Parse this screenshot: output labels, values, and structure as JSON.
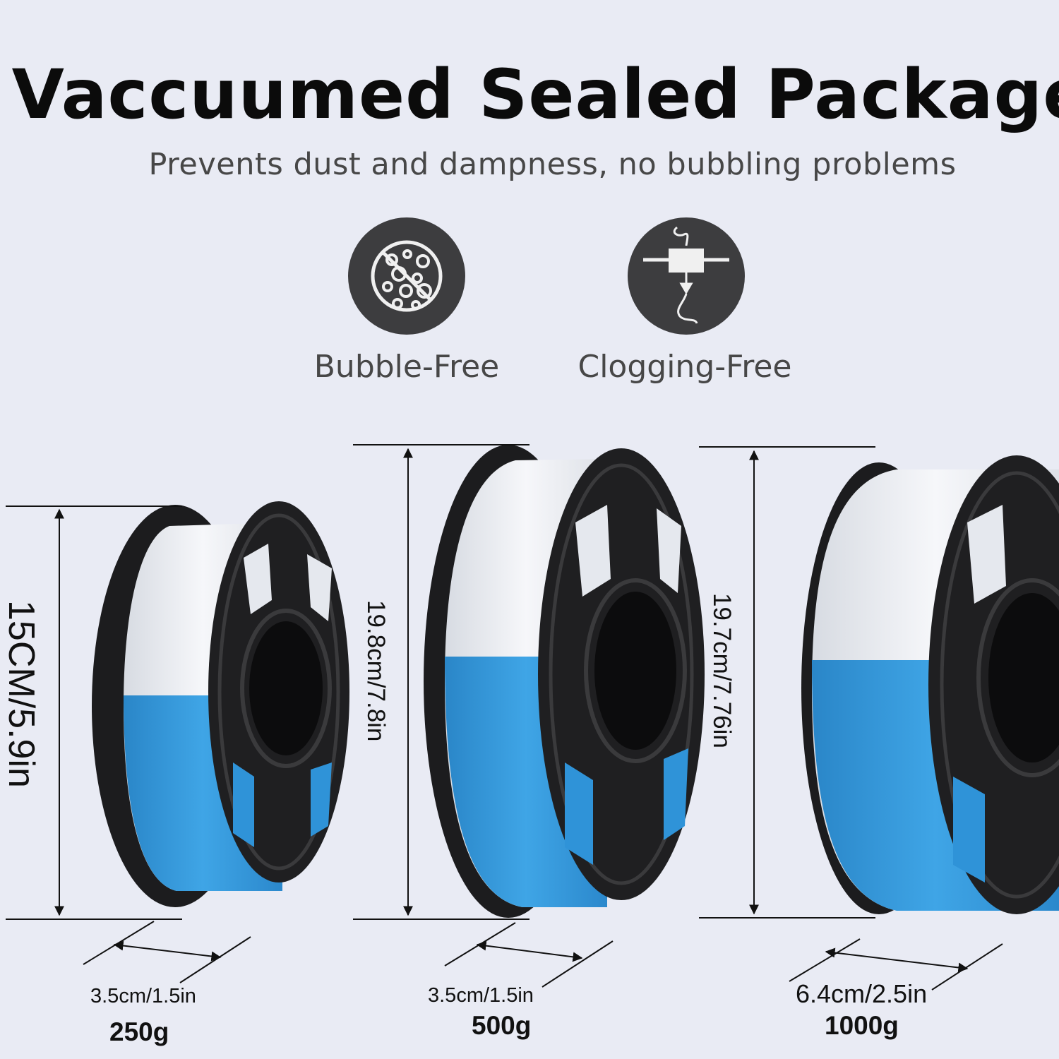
{
  "header": {
    "title": "Vaccuumed Sealed Package",
    "subtitle": "Prevents dust and dampness, no bubbling problems"
  },
  "features": [
    {
      "icon": "no-bubbles-icon",
      "label": "Bubble-Free"
    },
    {
      "icon": "print-nozzle-icon",
      "label": "Clogging-Free"
    }
  ],
  "spools": [
    {
      "height_label": "15CM/5.9in",
      "width_label": "3.5cm/1.5in",
      "weight": "250g"
    },
    {
      "height_label": "19.8cm/7.8in",
      "width_label": "3.5cm/1.5in",
      "weight": "500g"
    },
    {
      "height_label": "19.7cm/7.76in",
      "width_label": "6.4cm/2.5in",
      "weight": "1000g"
    }
  ],
  "colors": {
    "background": "#e9ebf4",
    "icon_circle": "#3d3d3f",
    "filament_clear": "#eef1f6",
    "filament_blue": "#2f93d8",
    "spool_black": "#1c1c1e"
  }
}
